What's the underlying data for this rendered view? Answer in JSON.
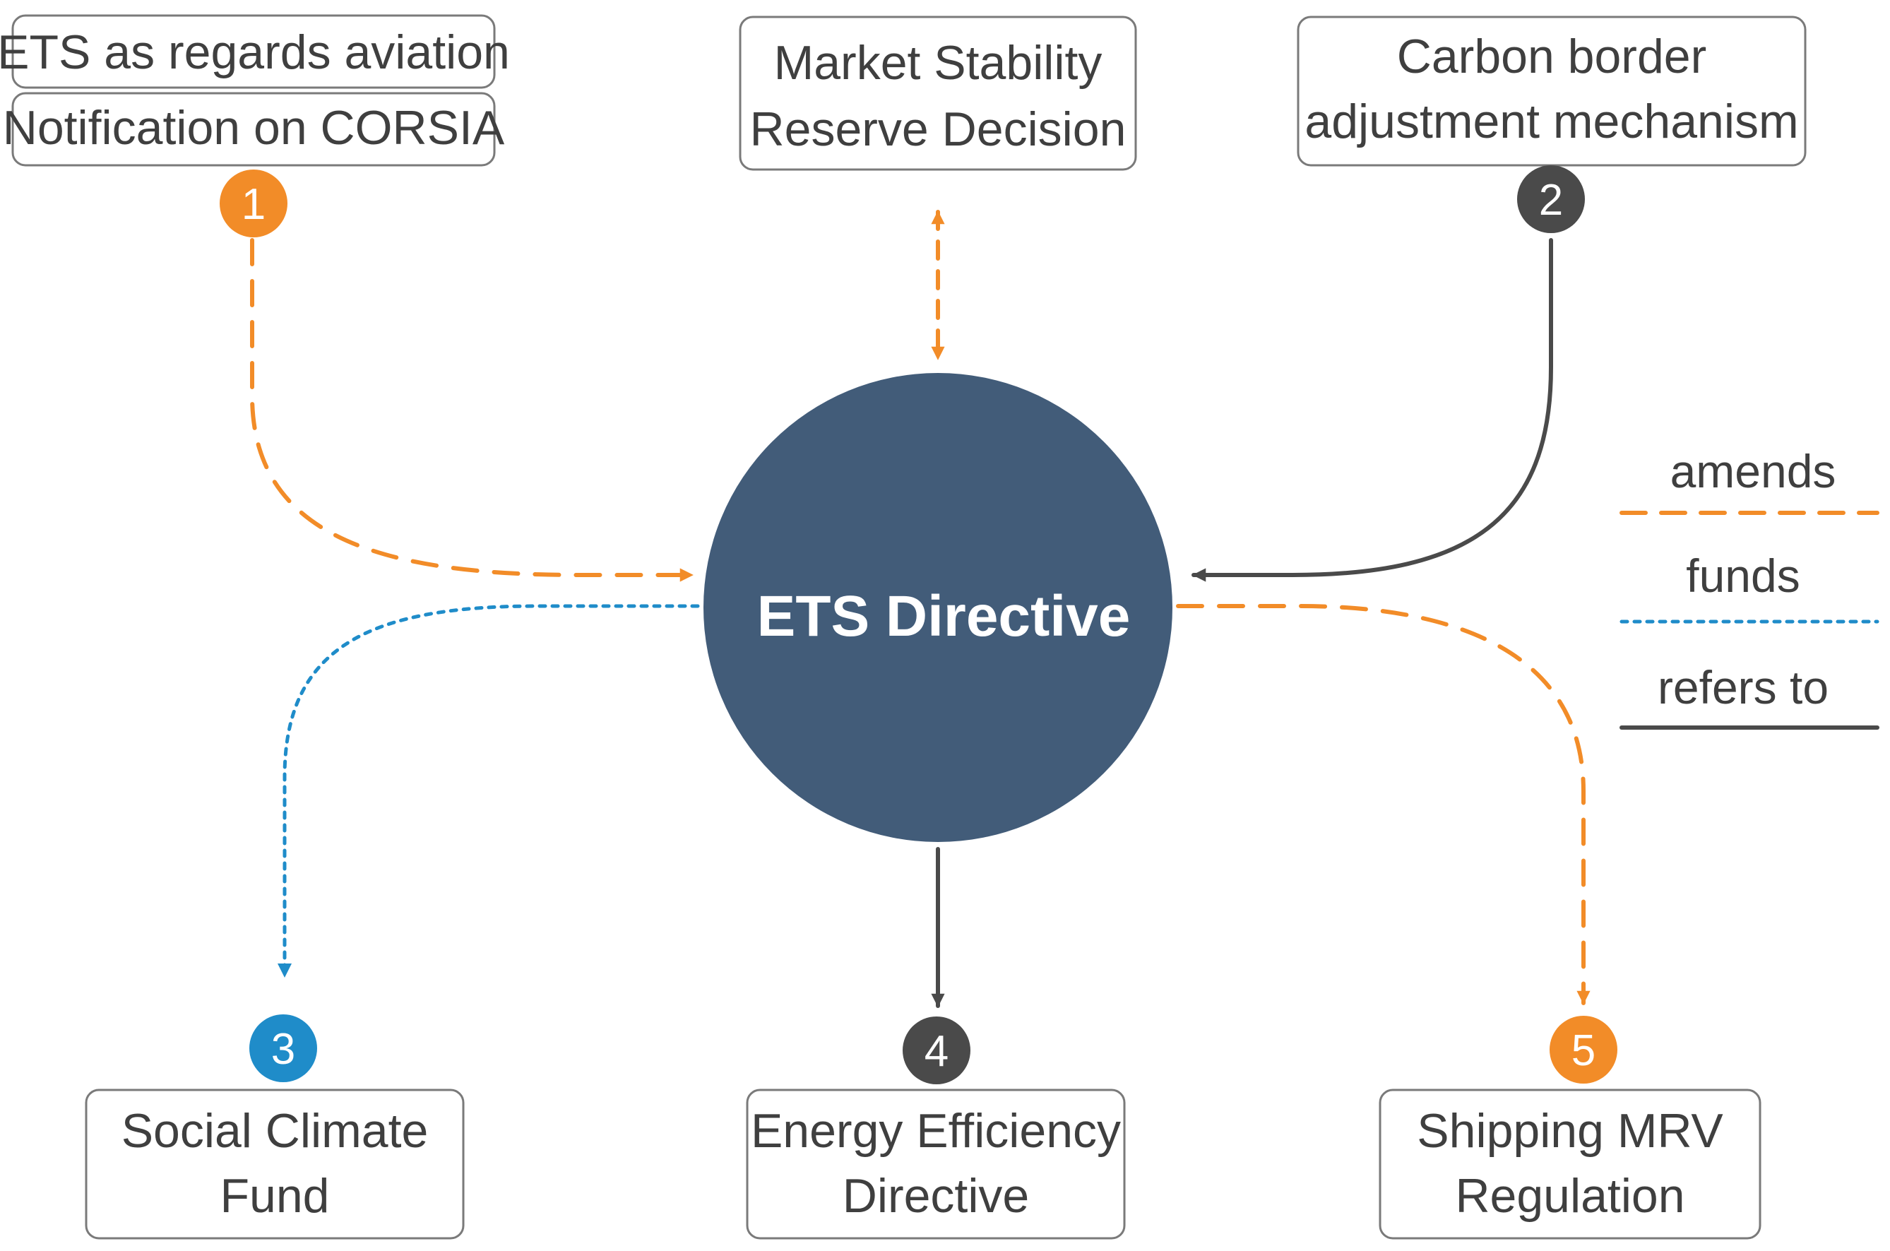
{
  "colors": {
    "amends": "#f28c28",
    "funds": "#1f8cc9",
    "refers_to": "#4a4a4a",
    "center": "#425c79",
    "box_border": "#7a7a7a",
    "text": "#3f3f3f"
  },
  "center": {
    "label": "ETS Directive"
  },
  "boxes": {
    "aviation": {
      "line1": "ETS as regards aviation",
      "line2": "Notification on CORSIA",
      "badge": "1"
    },
    "msr": {
      "line1": "Market Stability",
      "line2": "Reserve Decision"
    },
    "cbam": {
      "line1": "Carbon border",
      "line2": "adjustment mechanism",
      "badge": "2"
    },
    "scf": {
      "line1": "Social Climate",
      "line2": "Fund",
      "badge": "3"
    },
    "eed": {
      "line1": "Energy Efficiency",
      "line2": "Directive",
      "badge": "4"
    },
    "mrv": {
      "line1": "Shipping MRV",
      "line2": "Regulation",
      "badge": "5"
    }
  },
  "legend": {
    "amends": "amends",
    "funds": "funds",
    "refers_to": "refers to"
  }
}
